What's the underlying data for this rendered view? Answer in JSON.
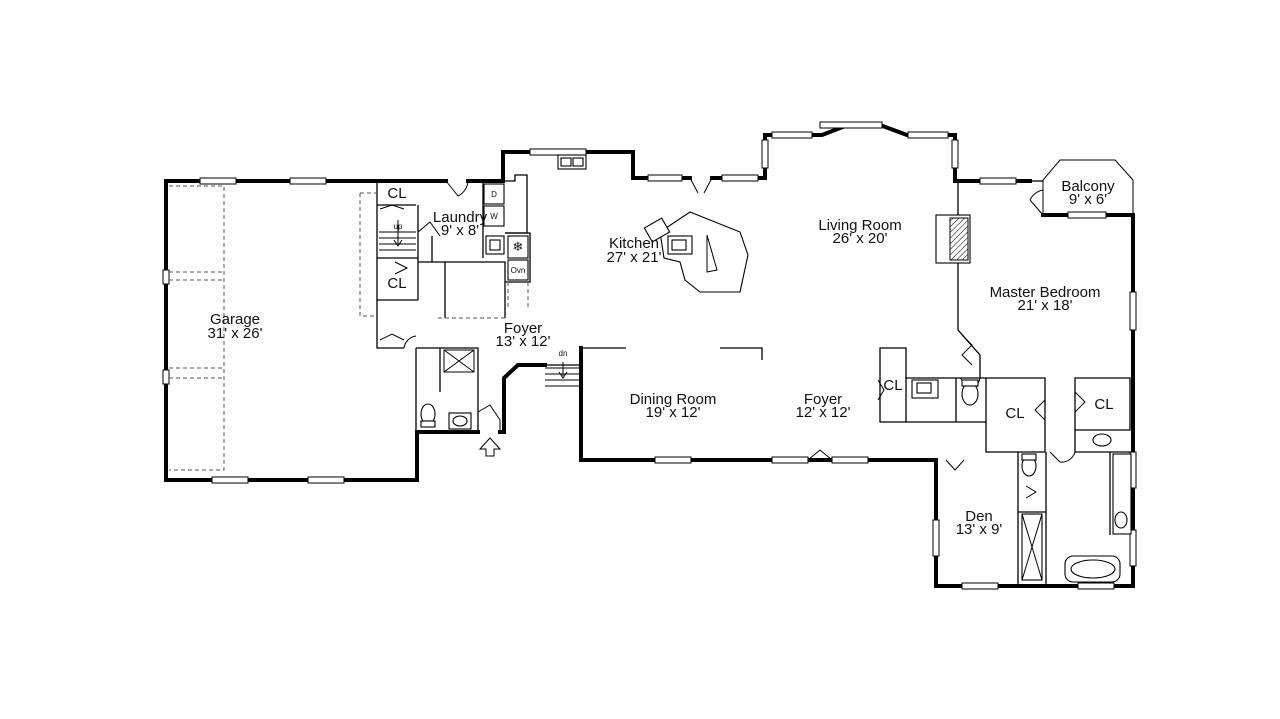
{
  "rooms": {
    "garage": {
      "name": "Garage",
      "dims": "31' x 26'"
    },
    "laundry": {
      "name": "Laundry",
      "dims": "9' x 8'"
    },
    "kitchen": {
      "name": "Kitchen",
      "dims": "27' x 21'"
    },
    "living": {
      "name": "Living Room",
      "dims": "26' x 20'"
    },
    "balcony": {
      "name": "Balcony",
      "dims": "9' x 6'"
    },
    "master": {
      "name": "Master Bedroom",
      "dims": "21' x 18'"
    },
    "foyer1": {
      "name": "Foyer",
      "dims": "13' x 12'"
    },
    "dining": {
      "name": "Dining Room",
      "dims": "19' x 12'"
    },
    "foyer2": {
      "name": "Foyer",
      "dims": "12' x 12'"
    },
    "den": {
      "name": "Den",
      "dims": "13' x 9'"
    }
  },
  "closets": {
    "label": "CL"
  },
  "fixtures": {
    "dryer": "D",
    "washer": "W",
    "oven": "Ovn",
    "stair_up": "up",
    "stair_down": "dn"
  }
}
